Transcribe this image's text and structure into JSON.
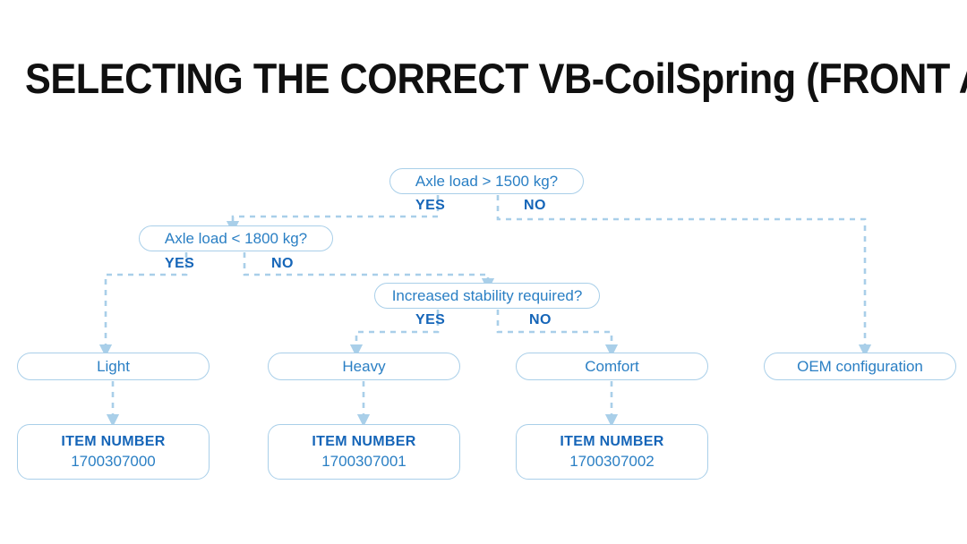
{
  "page": {
    "title": "SELECTING THE CORRECT VB-CoilSpring (FRONT AXLE)",
    "accent_border": "#a9cfe9",
    "text_blue": "#2a7fc4",
    "label_blue": "#1565b8",
    "connector_color": "#a9cfe9",
    "background": "#ffffff"
  },
  "flowchart": {
    "type": "decision-tree",
    "decisions": [
      {
        "id": "d1",
        "text": "Axle load > 1500 kg?",
        "yes_label": "YES",
        "no_label": "NO",
        "yes_target": "d2",
        "no_target": "r4"
      },
      {
        "id": "d2",
        "text": "Axle load < 1800 kg?",
        "yes_label": "YES",
        "no_label": "NO",
        "yes_target": "r1",
        "no_target": "d3"
      },
      {
        "id": "d3",
        "text": "Increased stability required?",
        "yes_label": "YES",
        "no_label": "NO",
        "yes_target": "r2",
        "no_target": "r3"
      }
    ],
    "results": [
      {
        "id": "r1",
        "text": "Light"
      },
      {
        "id": "r2",
        "text": "Heavy"
      },
      {
        "id": "r3",
        "text": "Comfort"
      },
      {
        "id": "r4",
        "text": "OEM configuration"
      }
    ],
    "item_numbers": [
      {
        "id": "i1",
        "label": "ITEM NUMBER",
        "value": "1700307000",
        "from": "r1"
      },
      {
        "id": "i2",
        "label": "ITEM NUMBER",
        "value": "1700307001",
        "from": "r2"
      },
      {
        "id": "i3",
        "label": "ITEM NUMBER",
        "value": "1700307002",
        "from": "r3"
      }
    ]
  }
}
